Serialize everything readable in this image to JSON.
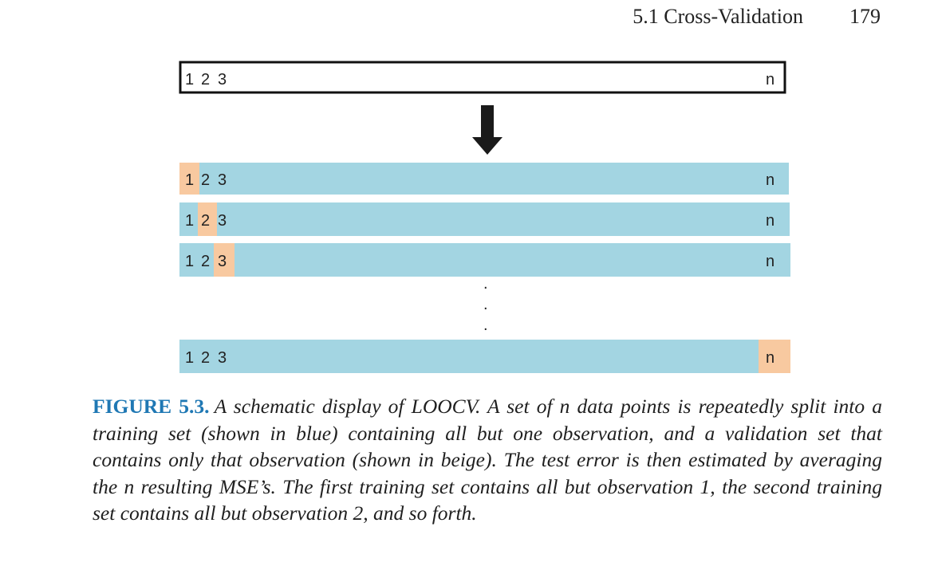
{
  "header": {
    "section": "5.1 Cross-Validation",
    "page_number": "179"
  },
  "diagram": {
    "full_set": {
      "labels": [
        "1",
        "2",
        "3"
      ],
      "last_label": "n"
    },
    "down_arrow_icon": "down-arrow-icon",
    "splits": [
      {
        "labels": [
          "1",
          "2",
          "3"
        ],
        "last_label": "n",
        "held_out": "1"
      },
      {
        "labels": [
          "1",
          "2",
          "3"
        ],
        "last_label": "n",
        "held_out": "2"
      },
      {
        "labels": [
          "1",
          "2",
          "3"
        ],
        "last_label": "n",
        "held_out": "3"
      },
      {
        "labels": [
          "1",
          "2",
          "3"
        ],
        "last_label": "n",
        "held_out": "n"
      }
    ],
    "ellipsis": [
      ".",
      ".",
      "."
    ],
    "colors": {
      "training": "#a3d5e2",
      "validation": "#f8c9a0",
      "outline": "#111111",
      "arrow": "#1a1a1a"
    }
  },
  "caption": {
    "label": "FIGURE 5.3.",
    "text": "A schematic display of LOOCV. A set of n data points is repeatedly split into a training set (shown in blue) containing all but one observation, and a validation set that contains only that observation (shown in beige). The test error is then estimated by averaging the n resulting MSE’s. The first training set contains all but observation 1, the second training set contains all but observation 2, and so forth.",
    "label_color": "#1f78b4"
  }
}
